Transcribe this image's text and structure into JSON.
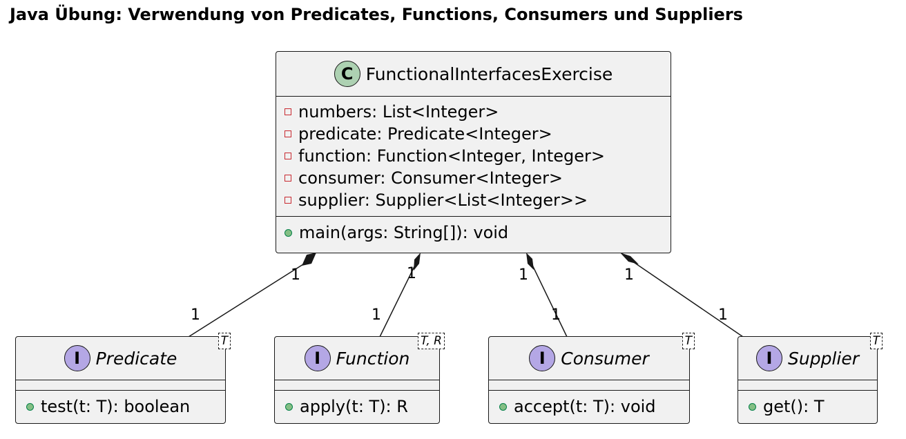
{
  "title": "Java Übung: Verwendung von Predicates, Functions, Consumers und Suppliers",
  "main_class": {
    "stereotype_letter": "C",
    "name": "FunctionalInterfacesExercise",
    "fields": [
      {
        "visibility": "private",
        "text": "numbers: List<Integer>"
      },
      {
        "visibility": "private",
        "text": "predicate: Predicate<Integer>"
      },
      {
        "visibility": "private",
        "text": "function: Function<Integer, Integer>"
      },
      {
        "visibility": "private",
        "text": "consumer: Consumer<Integer>"
      },
      {
        "visibility": "private",
        "text": "supplier: Supplier<List<Integer>>"
      }
    ],
    "methods": [
      {
        "visibility": "public",
        "text": "main(args: String[]): void"
      }
    ]
  },
  "interfaces": [
    {
      "key": "predicate",
      "stereotype_letter": "I",
      "name": "Predicate",
      "type_params": "T",
      "methods": [
        {
          "visibility": "public",
          "text": "test(t: T): boolean"
        }
      ]
    },
    {
      "key": "function",
      "stereotype_letter": "I",
      "name": "Function",
      "type_params": "T, R",
      "methods": [
        {
          "visibility": "public",
          "text": "apply(t: T): R"
        }
      ]
    },
    {
      "key": "consumer",
      "stereotype_letter": "I",
      "name": "Consumer",
      "type_params": "T",
      "methods": [
        {
          "visibility": "public",
          "text": "accept(t: T): void"
        }
      ]
    },
    {
      "key": "supplier",
      "stereotype_letter": "I",
      "name": "Supplier",
      "type_params": "T",
      "methods": [
        {
          "visibility": "public",
          "text": "get(): T"
        }
      ]
    }
  ],
  "relations": [
    {
      "type": "composition",
      "from": "FunctionalInterfacesExercise",
      "to": "Predicate",
      "source_multiplicity": "1",
      "target_multiplicity": "1"
    },
    {
      "type": "composition",
      "from": "FunctionalInterfacesExercise",
      "to": "Function",
      "source_multiplicity": "1",
      "target_multiplicity": "1"
    },
    {
      "type": "composition",
      "from": "FunctionalInterfacesExercise",
      "to": "Consumer",
      "source_multiplicity": "1",
      "target_multiplicity": "1"
    },
    {
      "type": "composition",
      "from": "FunctionalInterfacesExercise",
      "to": "Supplier",
      "source_multiplicity": "1",
      "target_multiplicity": "1"
    }
  ],
  "colors": {
    "class_circle": "#add1b2",
    "interface_circle": "#b4a7e5",
    "box_fill": "#f1f1f1",
    "private_marker": "#c82930",
    "public_marker": "#84be84"
  }
}
